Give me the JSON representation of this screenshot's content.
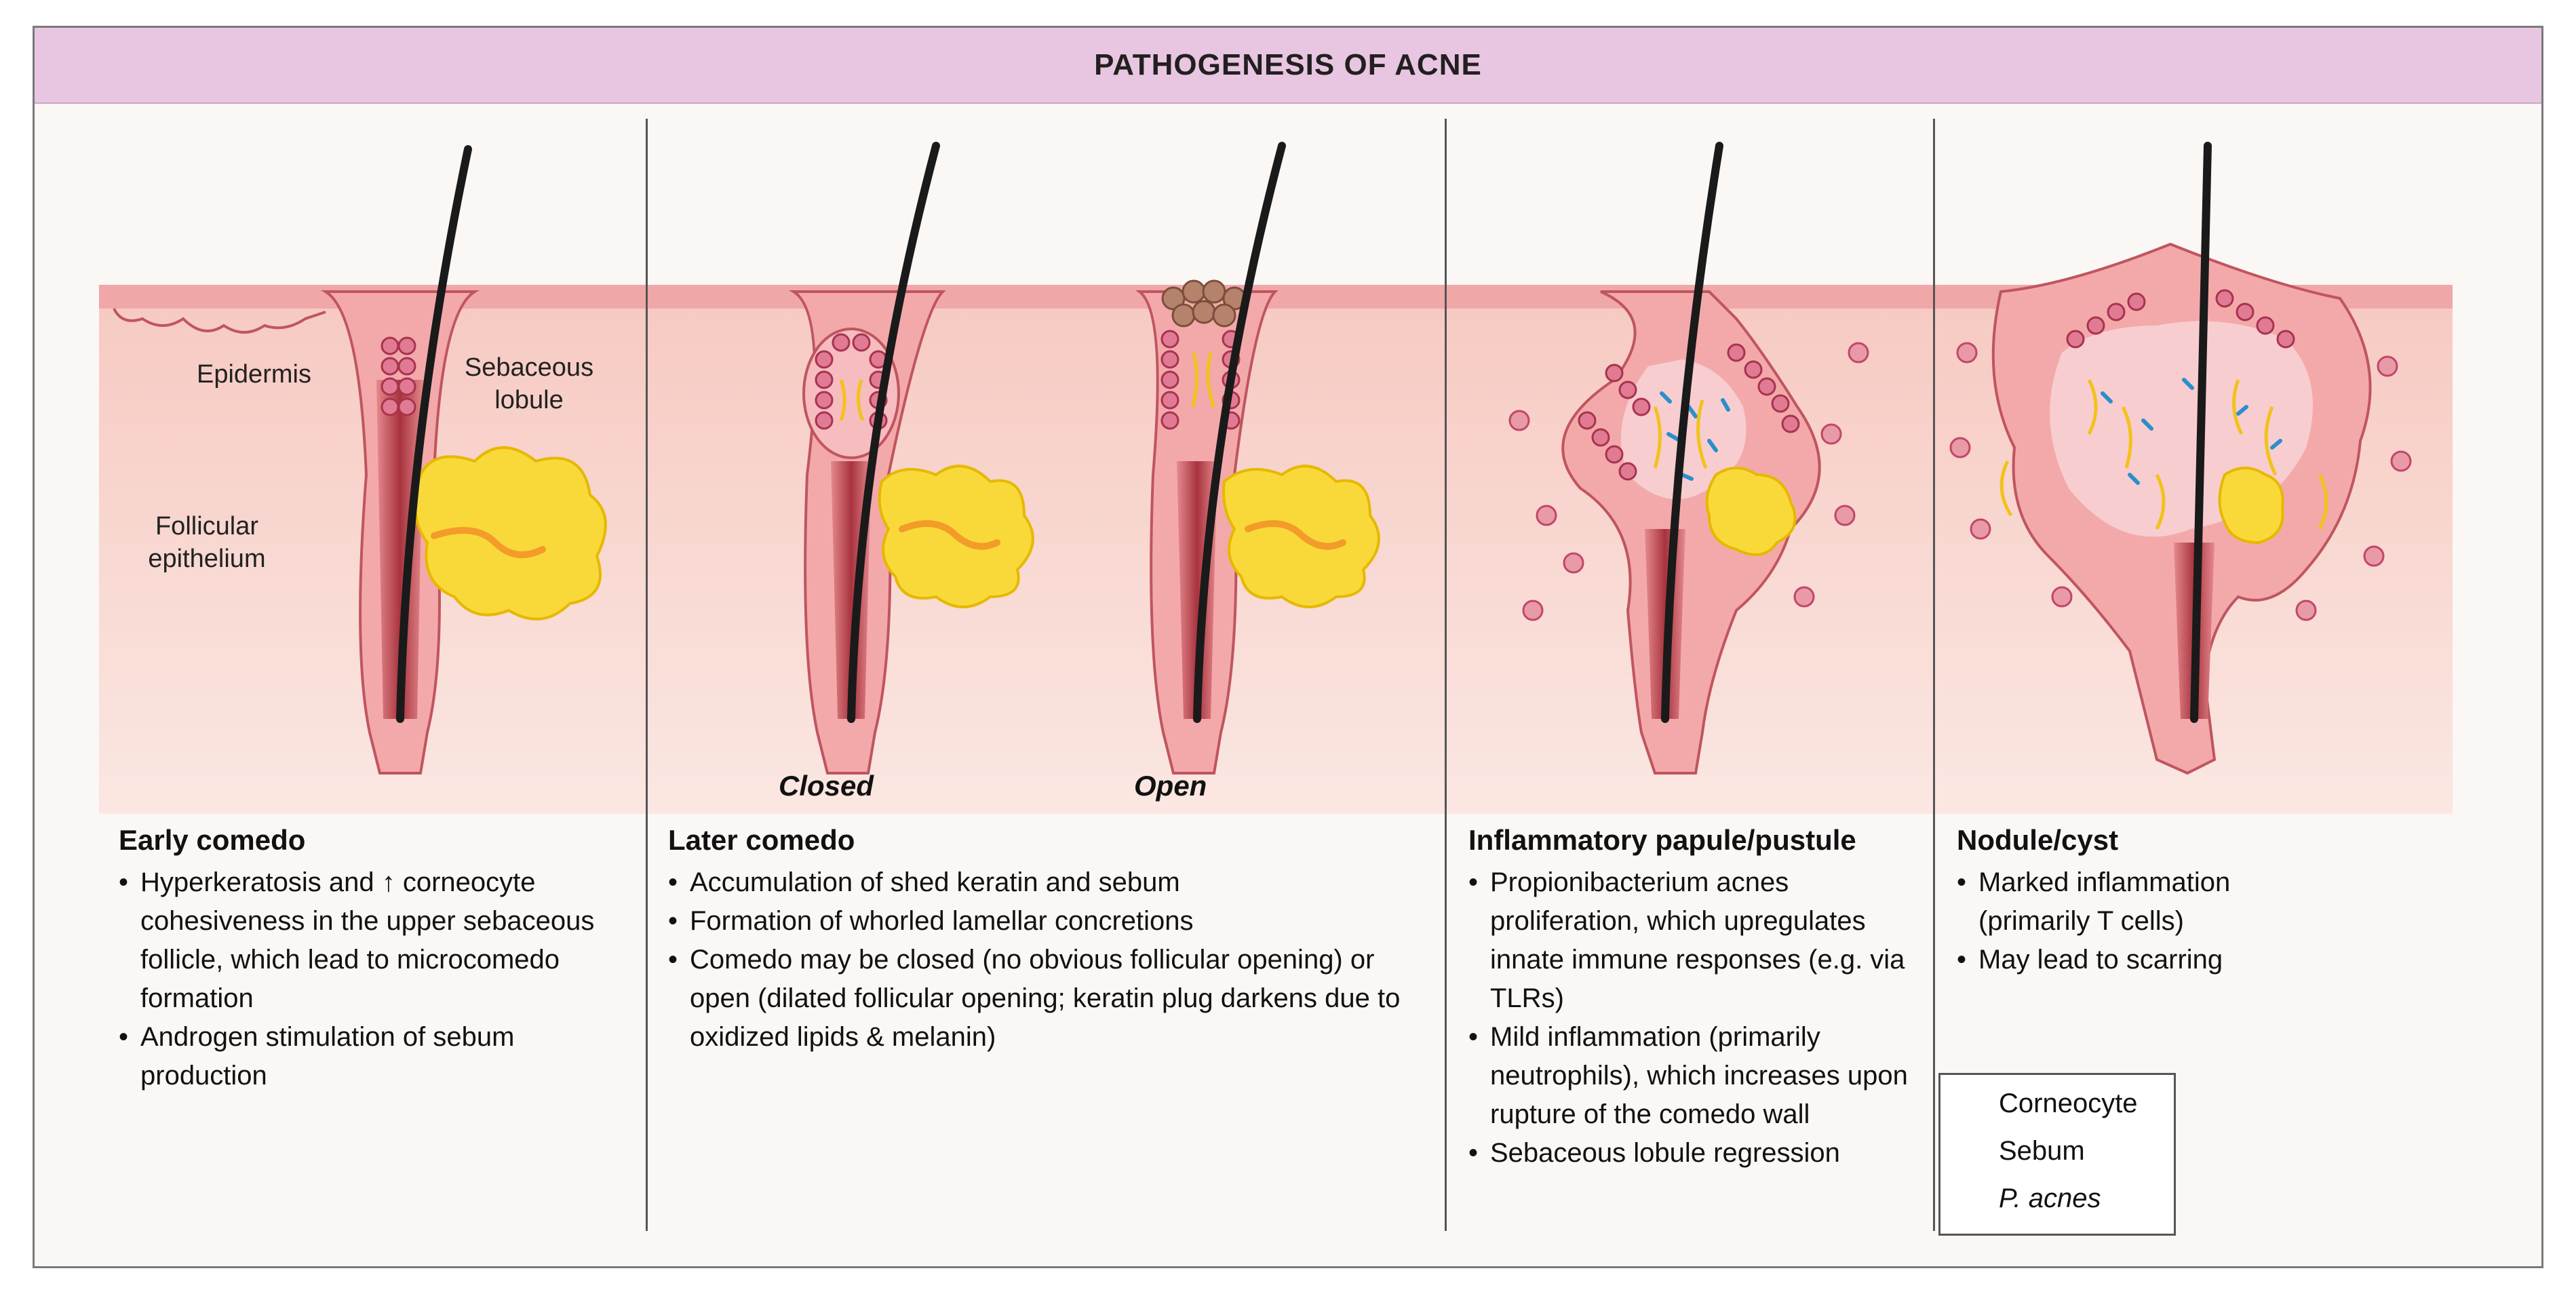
{
  "title": "PATHOGENESIS OF ACNE",
  "labels": {
    "epidermis": "Epidermis",
    "sebaceous_lobule": "Sebaceous lobule",
    "follicular_epithelium": "Follicular epithelium"
  },
  "captions": {
    "closed": "Closed",
    "open": "Open"
  },
  "panels": [
    {
      "heading": "Early comedo",
      "bullets": [
        "Hyperkeratosis and ↑ corneocyte cohesiveness in the upper sebaceous follicle, which lead to microcomedo formation",
        "Androgen stimulation of sebum production"
      ]
    },
    {
      "heading": "Later comedo",
      "bullets": [
        "Accumulation of shed keratin and sebum",
        "Formation of whorled lamellar concretions",
        "Comedo may be closed (no obvious follicular opening) or open (dilated follicular opening; keratin plug darkens due to oxidized lipids & melanin)"
      ]
    },
    {
      "heading": "Inflammatory papule/pustule",
      "bullets": [
        "Propionibacterium acnes proliferation, which upregulates innate immune responses (e.g. via TLRs)",
        "Mild inflammation (primarily neutrophils), which increases upon rupture of the comedo wall",
        "Sebaceous lobule regression"
      ]
    },
    {
      "heading": "Nodule/cyst",
      "bullets": [
        "Marked inflammation (primarily T cells)",
        "May lead to scarring"
      ]
    }
  ],
  "legend": [
    {
      "label": "Corneocyte",
      "icon": "corneocyte-icon",
      "color": "#c2466a"
    },
    {
      "label": "Sebum",
      "icon": "sebum-icon",
      "color": "#f2c21b"
    },
    {
      "label": "P. acnes",
      "icon": "p-acnes-icon",
      "color": "#2b8fc9"
    }
  ],
  "colors": {
    "title_bar": "#e8c6e1",
    "skin": "#f8d6cf",
    "epidermis": "#f0a7a8",
    "sebaceous": "#f9d93a",
    "hair": "#1a1a1a"
  }
}
